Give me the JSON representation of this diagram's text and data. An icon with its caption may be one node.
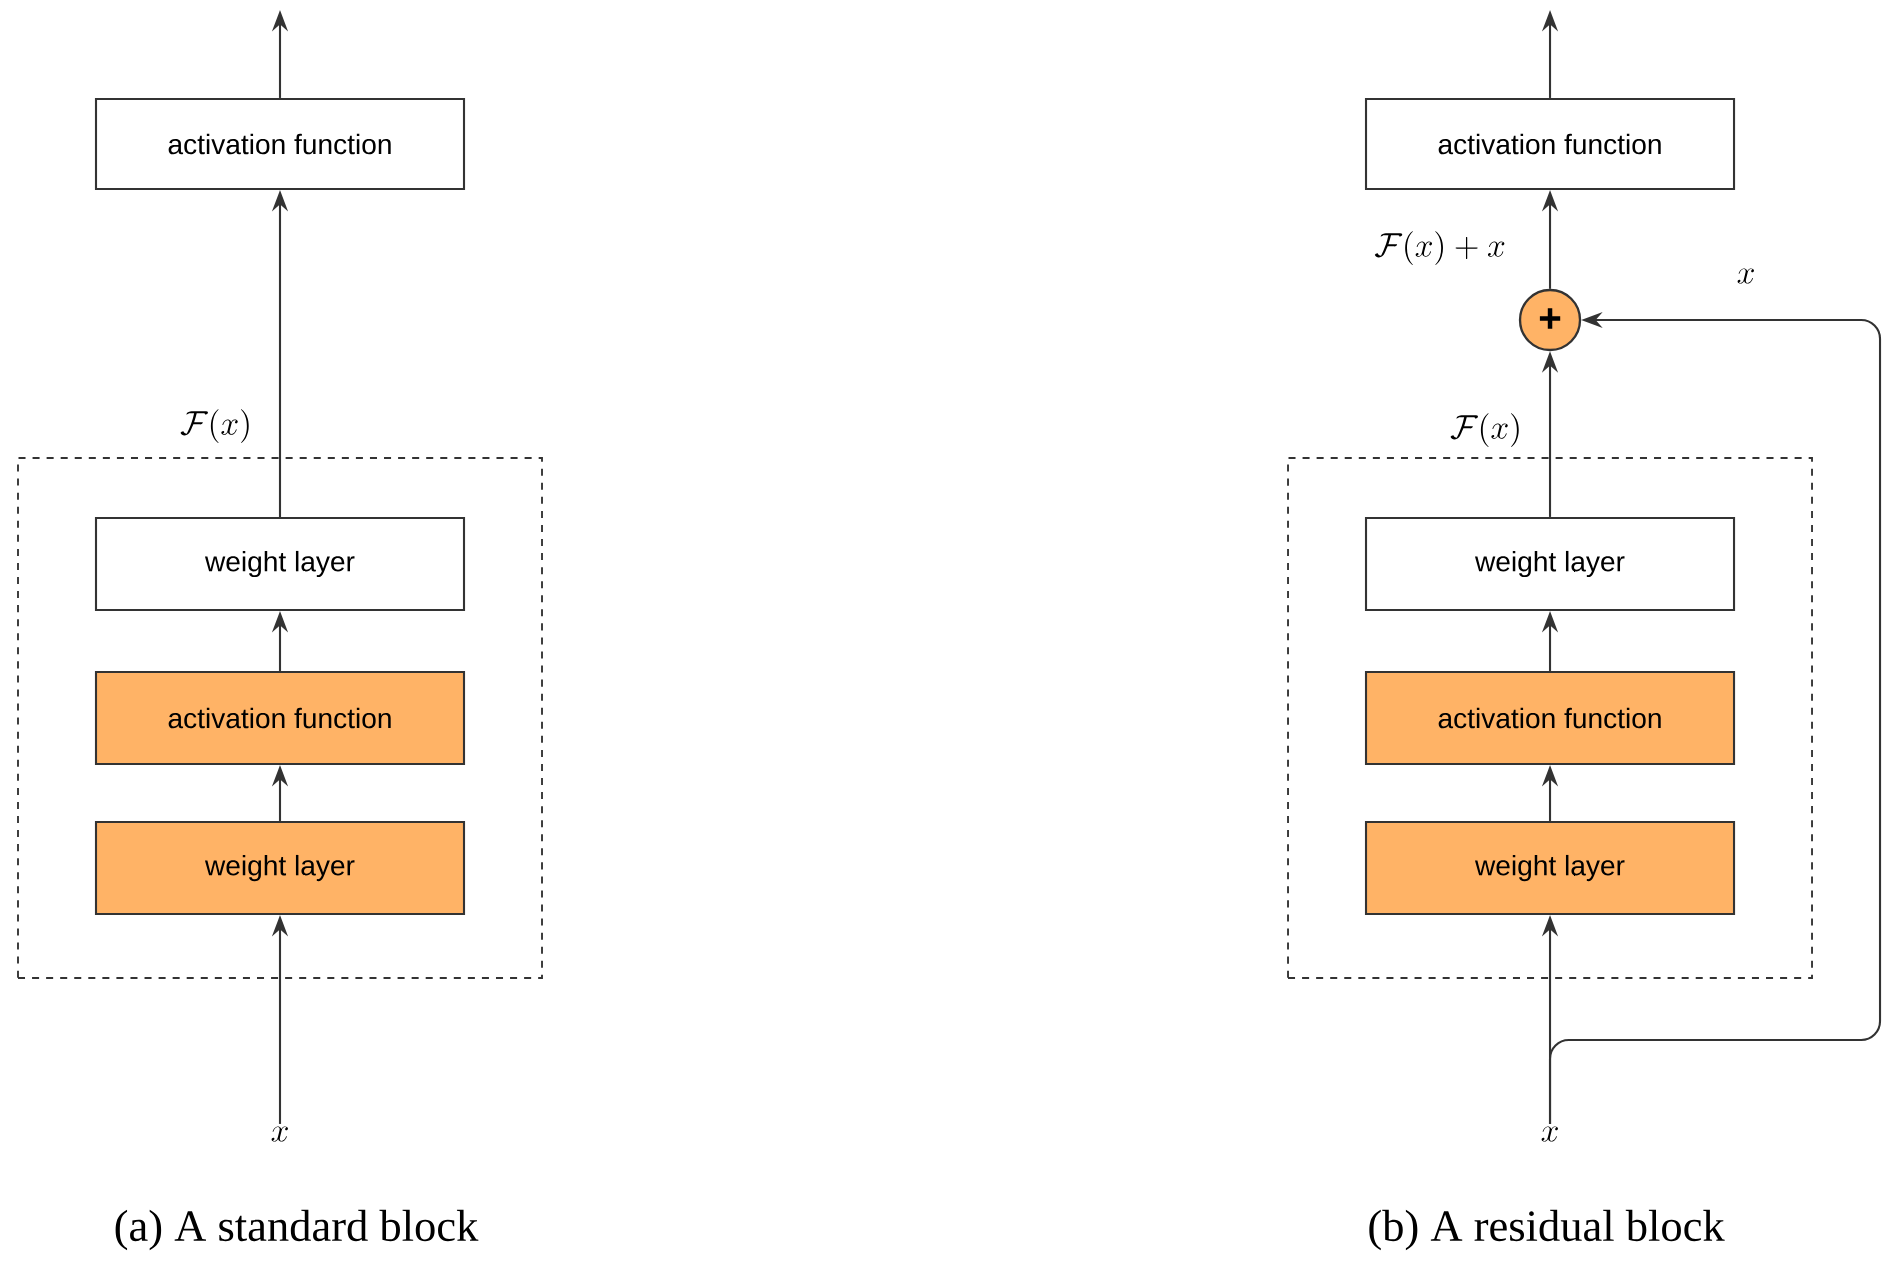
{
  "diagram": {
    "nodes": [
      {
        "text": [],
        "shape": "box"
      },
      {
        "text": [
          "activation function"
        ]
      },
      {
        "text": [
          "weight layer"
        ],
        "in": 0
      },
      {
        "text": [
          "activation function"
        ],
        "in": 0
      },
      {
        "text": [
          "weight layer"
        ],
        "in": 0
      },
      {
        "text": [
          "x"
        ]
      },
      {
        "text": [],
        "shape": "box"
      },
      {
        "text": [
          "activation function"
        ]
      },
      {
        "text": [
          "+"
        ]
      },
      {
        "text": [
          "weight layer"
        ],
        "in": 6
      },
      {
        "text": [
          "activation function"
        ],
        "in": 6
      },
      {
        "text": [
          "weight layer"
        ],
        "in": 6
      },
      {
        "text": [
          "x"
        ]
      }
    ],
    "edges": [
      {
        "from": 5,
        "to": 4,
        "arrow": "to"
      },
      {
        "from": 4,
        "to": 3,
        "arrow": "to"
      },
      {
        "from": 3,
        "to": 2,
        "arrow": "to"
      },
      {
        "from": 2,
        "to": 1,
        "arrow": "to",
        "label": "\\mathcal{F}(x)"
      },
      {
        "from": 1,
        "to": null,
        "arrow": "to"
      },
      {
        "from": 12,
        "to": 11,
        "arrow": "to"
      },
      {
        "from": 11,
        "to": 10,
        "arrow": "to"
      },
      {
        "from": 10,
        "to": 9,
        "arrow": "to"
      },
      {
        "from": 9,
        "to": 8,
        "arrow": "to",
        "label": "\\mathcal{F}(x)"
      },
      {
        "from": 8,
        "to": 7,
        "arrow": "to",
        "label": "\\mathcal{F}(x)+x"
      },
      {
        "from": 7,
        "to": null,
        "arrow": "to"
      },
      {
        "from": 12,
        "to": 8,
        "arrow": "to",
        "label": "x"
      }
    ],
    "labels": [
      "(a) A standard block",
      "(b) A residual block"
    ]
  }
}
